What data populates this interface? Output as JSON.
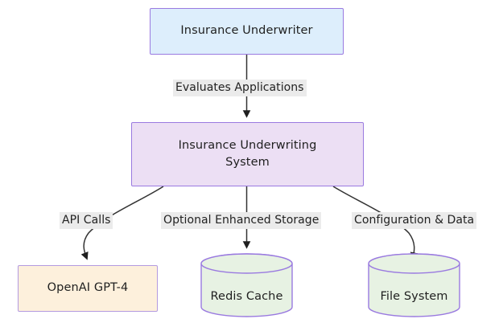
{
  "diagram": {
    "type": "flowchart",
    "direction": "top-down",
    "background": "#ffffff",
    "nodes": [
      {
        "id": "underwriter",
        "label": "Insurance Underwriter",
        "shape": "rectangle",
        "fill": "#ddeefc",
        "stroke": "#9a7ae0"
      },
      {
        "id": "system",
        "label": "Insurance Underwriting\nSystem",
        "shape": "rectangle",
        "fill": "#ecdff4",
        "stroke": "#9a7ae0"
      },
      {
        "id": "openai",
        "label": "OpenAI GPT-4",
        "shape": "rectangle",
        "fill": "#fdf0dc",
        "stroke": "#b39ae0"
      },
      {
        "id": "redis",
        "label": "Redis Cache",
        "shape": "cylinder",
        "fill": "#e7f2e3",
        "stroke": "#9a7ae0"
      },
      {
        "id": "filesystem",
        "label": "File System",
        "shape": "cylinder",
        "fill": "#e7f2e3",
        "stroke": "#9a7ae0"
      }
    ],
    "edges": [
      {
        "id": "edge-evaluates",
        "from": "underwriter",
        "to": "system",
        "label": "Evaluates Applications"
      },
      {
        "id": "edge-api-calls",
        "from": "system",
        "to": "openai",
        "label": "API Calls"
      },
      {
        "id": "edge-storage",
        "from": "system",
        "to": "redis",
        "label": "Optional Enhanced Storage"
      },
      {
        "id": "edge-config",
        "from": "system",
        "to": "filesystem",
        "label": "Configuration & Data"
      }
    ],
    "edge_label_background": "#ebebeb",
    "edge_stroke": "#333333"
  }
}
